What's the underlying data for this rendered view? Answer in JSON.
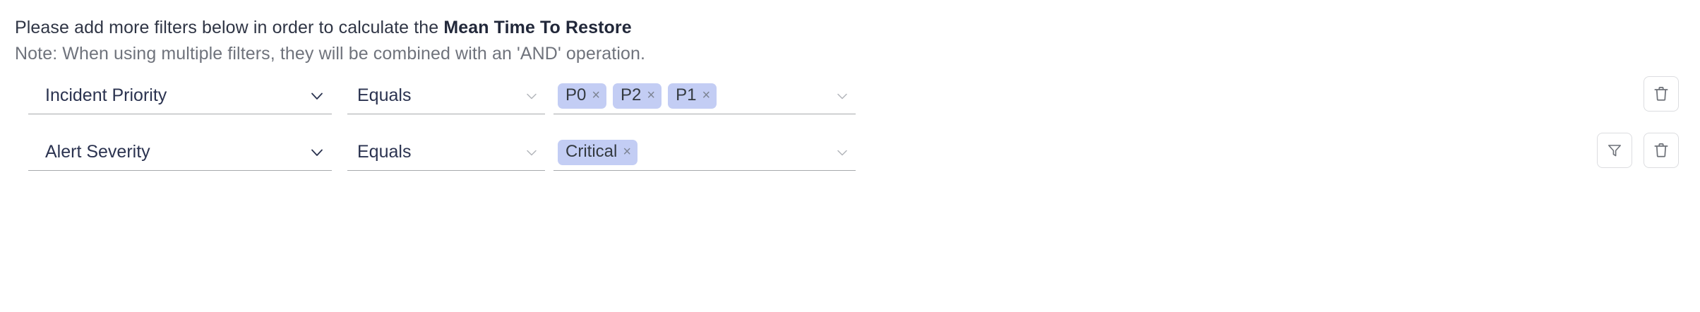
{
  "header": {
    "prefix": "Please add more filters below in order to calculate the ",
    "metric_name": "Mean Time To Restore",
    "note": "Note: When using multiple filters, they will be combined with an 'AND' operation."
  },
  "colors": {
    "tag_background": "#c3cdf4",
    "tag_text": "#343a40",
    "field_text": "#2b3350",
    "note_text": "#6f737c",
    "underline": "#a7a9ad",
    "button_border": "#dcdde0",
    "icon_stroke": "#6d7178"
  },
  "filter_rows": [
    {
      "field": "Incident Priority",
      "field_chevron": "chevron-down-icon",
      "operator": "Equals",
      "operator_chevron": "chevron-down-icon",
      "values": [
        {
          "label": "P0",
          "remove": "×"
        },
        {
          "label": "P2",
          "remove": "×"
        },
        {
          "label": "P1",
          "remove": "×"
        }
      ],
      "values_chevron": "chevron-down-icon",
      "actions": [
        {
          "icon": "trash-icon",
          "label": "Delete filter"
        }
      ]
    },
    {
      "field": "Alert Severity",
      "field_chevron": "chevron-down-icon",
      "operator": "Equals",
      "operator_chevron": "chevron-down-icon",
      "values": [
        {
          "label": "Critical",
          "remove": "×"
        }
      ],
      "values_chevron": "chevron-down-icon",
      "actions": [
        {
          "icon": "funnel-icon",
          "label": "Add filter"
        },
        {
          "icon": "trash-icon",
          "label": "Delete filter"
        }
      ]
    }
  ]
}
